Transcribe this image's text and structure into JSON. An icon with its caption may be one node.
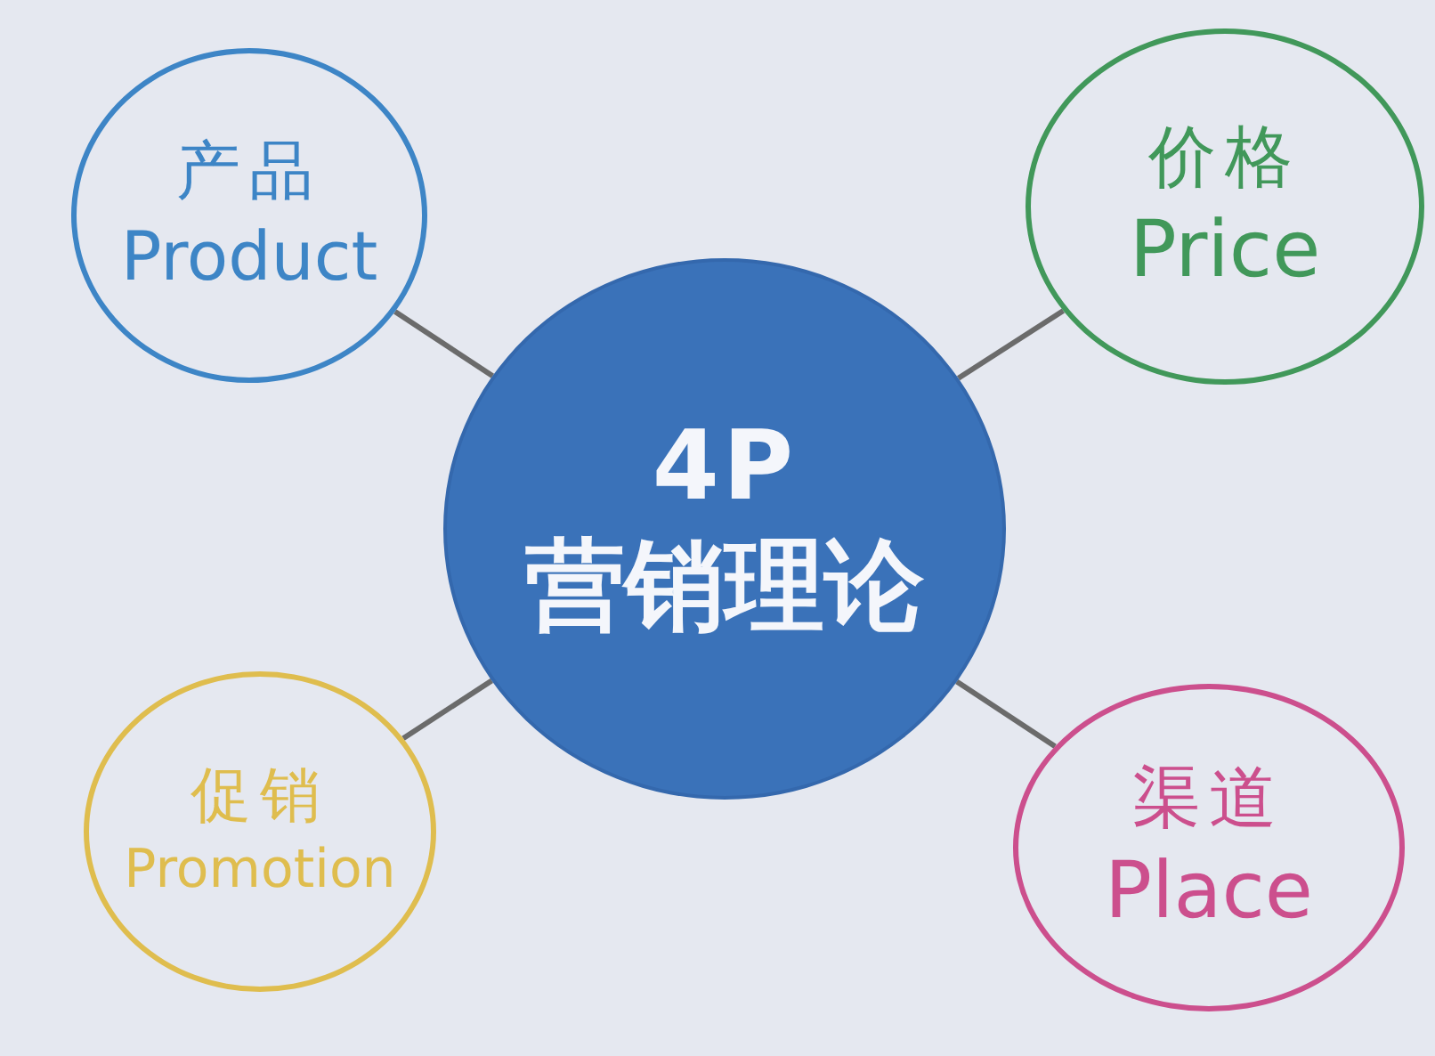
{
  "diagram": {
    "nodes": [
      {
        "text": [
          "产品",
          "Product"
        ]
      },
      {
        "text": [
          "价格",
          "Price"
        ]
      },
      {
        "text": [
          "4P",
          "营销理论"
        ]
      },
      {
        "text": [
          "促销",
          "Promotion"
        ]
      },
      {
        "text": [
          "渠道",
          "Place"
        ]
      }
    ],
    "edges": [
      {
        "from": 2,
        "to": 0,
        "arrow": "none"
      },
      {
        "from": 2,
        "to": 1,
        "arrow": "none"
      },
      {
        "from": 2,
        "to": 3,
        "arrow": "none"
      },
      {
        "from": 2,
        "to": 4,
        "arrow": "none"
      }
    ]
  }
}
